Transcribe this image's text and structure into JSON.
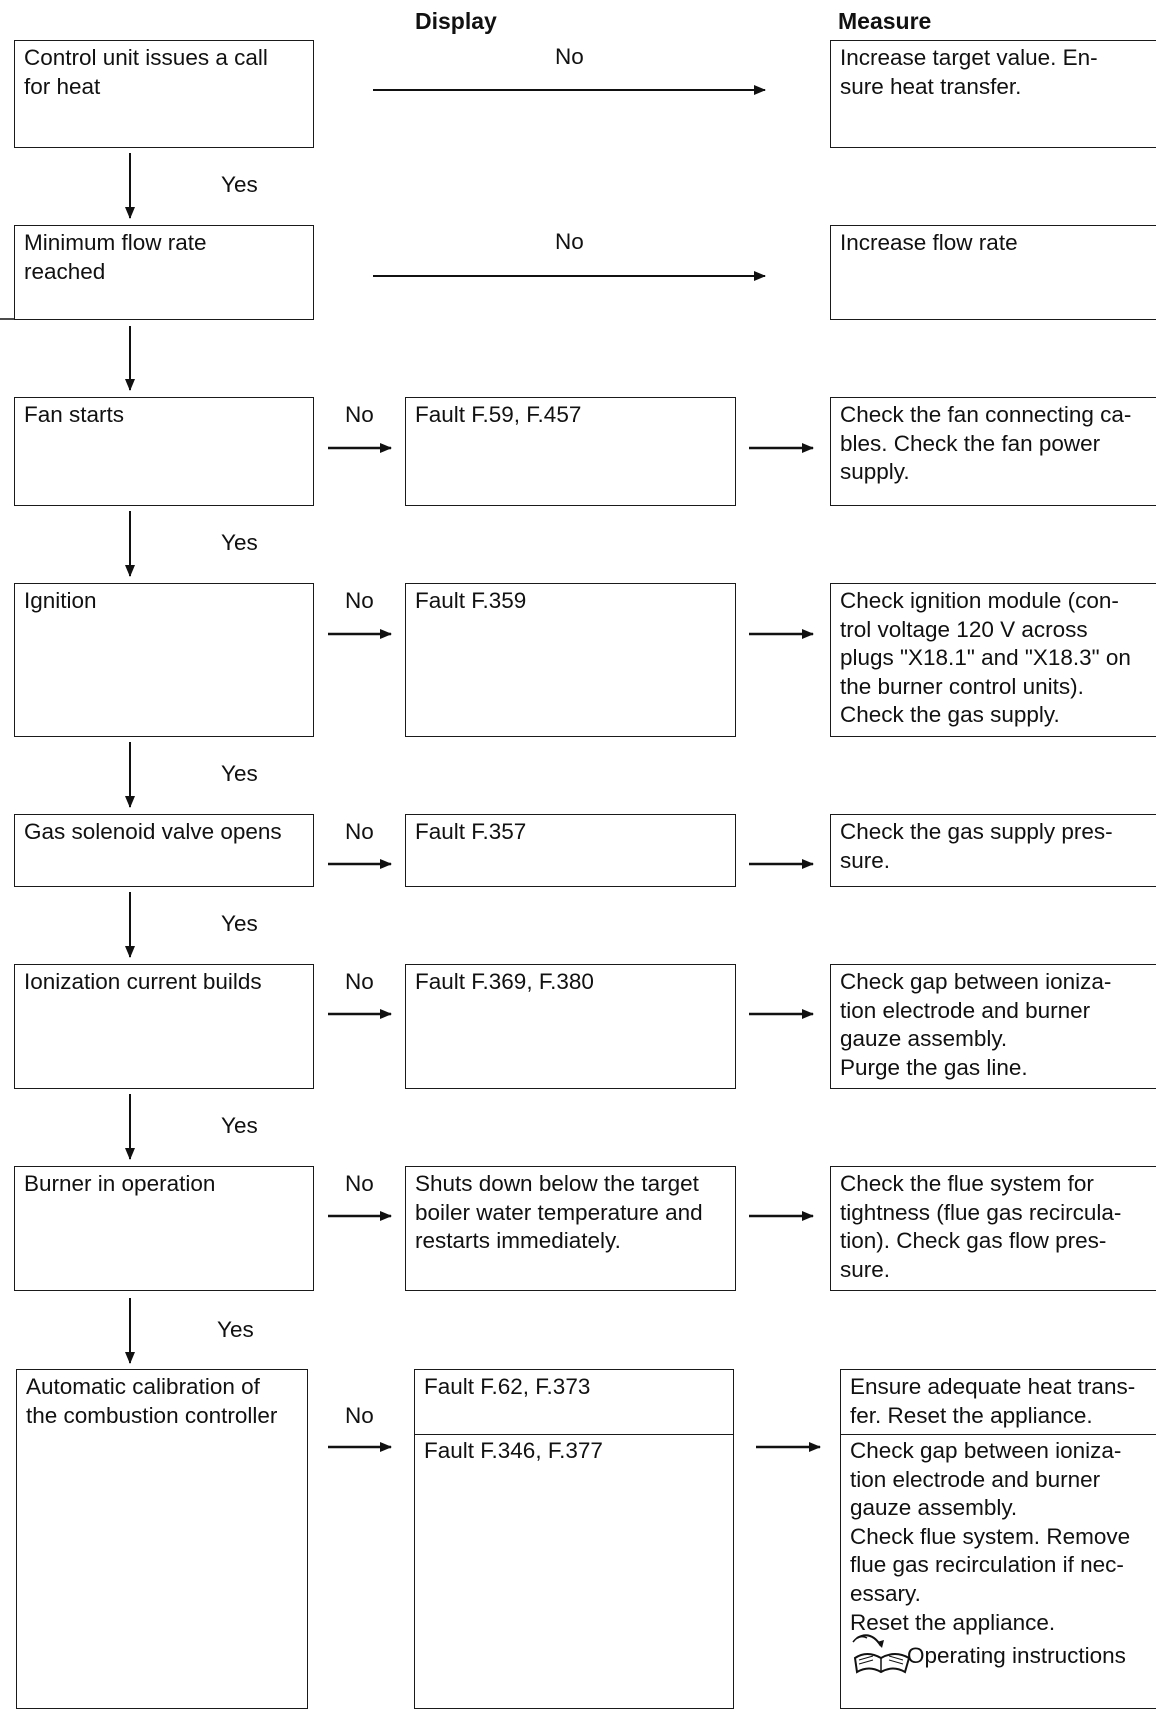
{
  "headers": {
    "display": "Display",
    "measure": "Measure"
  },
  "labels": {
    "yes": "Yes",
    "no": "No"
  },
  "steps": [
    {
      "name": "Control unit issues a call for heat",
      "text": "Control unit issues a call\nfor heat",
      "display": "",
      "measure": "Increase target value. En-\nsure heat transfer."
    },
    {
      "name": "Minimum flow rate reached",
      "text": "Minimum flow rate\nreached",
      "display": "",
      "measure": "Increase flow rate"
    },
    {
      "name": "Fan starts",
      "text": "Fan starts",
      "display": "Fault F.59, F.457",
      "measure": "Check the fan connecting ca-\nbles. Check the fan power\nsupply."
    },
    {
      "name": "Ignition",
      "text": "Ignition",
      "display": "Fault F.359",
      "measure": "Check ignition module (con-\ntrol voltage 120 V across\nplugs \"X18.1\" and \"X18.3\" on\nthe burner control units).\nCheck the gas supply."
    },
    {
      "name": "Gas solenoid valve opens",
      "text": "Gas solenoid valve opens",
      "display": "Fault F.357",
      "measure": "Check the gas supply pres-\nsure."
    },
    {
      "name": "Ionization current builds",
      "text": "Ionization current builds",
      "display": "Fault F.369, F.380",
      "measure": "Check gap between ioniza-\ntion electrode and burner\ngauze assembly.\nPurge the gas line."
    },
    {
      "name": "Burner in operation",
      "text": "Burner in operation",
      "display": "Shuts down below the target\nboiler water temperature and\nrestarts immediately.",
      "measure": "Check the flue system for\ntightness (flue gas recircula-\ntion). Check gas flow pres-\nsure."
    },
    {
      "name": "Automatic calibration",
      "text": "Automatic calibration of\nthe combustion controller",
      "display_a": "Fault F.62, F.373",
      "display_b": "Fault F.346, F.377",
      "measure_a": "Ensure adequate heat trans-\nfer. Reset the appliance.",
      "measure_b": "Check gap between ioniza-\ntion electrode and burner\ngauze assembly.\nCheck flue system. Remove\nflue gas recirculation if nec-\nessary.\nReset the appliance.",
      "reference": "Operating instructions"
    }
  ]
}
